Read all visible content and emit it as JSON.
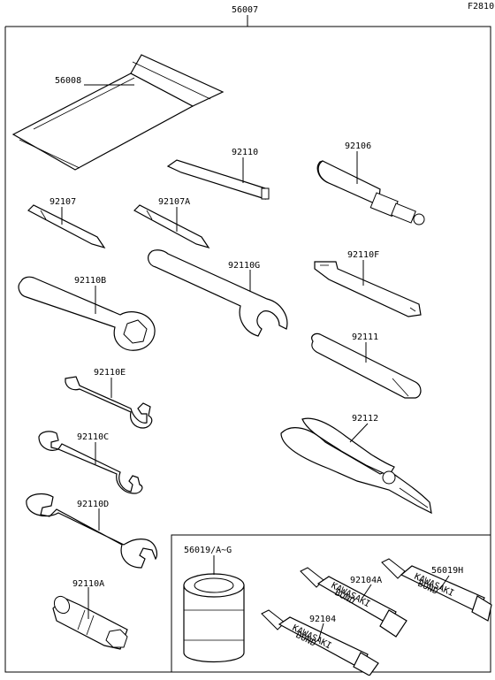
{
  "figure_code": "F2810",
  "assembly_number": "56007",
  "parts": {
    "p56008": "56008",
    "p92110": "92110",
    "p92106": "92106",
    "p92107": "92107",
    "p92107A": "92107A",
    "p92110B": "92110B",
    "p92110G": "92110G",
    "p92110F": "92110F",
    "p92111": "92111",
    "p92110E": "92110E",
    "p92112": "92112",
    "p92110C": "92110C",
    "p92110D": "92110D",
    "p92110A": "92110A",
    "p56019AG": "56019/A~G",
    "p92104A": "92104A",
    "p56019H": "56019H",
    "p92104": "92104"
  },
  "tube_labels": {
    "brand": "KAWASAKI",
    "type": "BOND"
  }
}
